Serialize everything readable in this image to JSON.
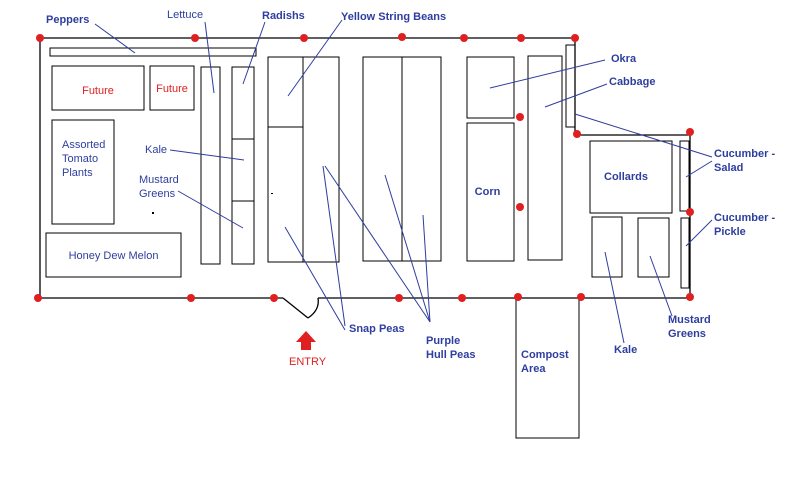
{
  "colors": {
    "label_blue": "#2e3e9e",
    "post_red": "#e02020",
    "future_red": "#e02020",
    "entry_red": "#e02020",
    "outline": "#000000"
  },
  "labels": {
    "peppers": "Peppers",
    "lettuce": "Lettuce",
    "radishs": "Radishs",
    "yellow_string_beans": "Yellow String Beans",
    "okra": "Okra",
    "cabbage": "Cabbage",
    "future_1": "Future",
    "future_2": "Future",
    "tomato_line1": "Assorted",
    "tomato_line2": "Tomato",
    "tomato_line3": "Plants",
    "kale_left": "Kale",
    "mustard_left_line1": "Mustard",
    "mustard_left_line2": "Greens",
    "honey_dew": "Honey Dew Melon",
    "corn": "Corn",
    "collards": "Collards",
    "cuc_salad_line1": "Cucumber -",
    "cuc_salad_line2": "Salad",
    "cuc_pickle_line1": "Cucumber -",
    "cuc_pickle_line2": "Pickle",
    "snap_peas": "Snap Peas",
    "purple_line1": "Purple",
    "purple_line2": "Hull Peas",
    "compost_line1": "Compost",
    "compost_line2": "Area",
    "kale_right": "Kale",
    "mustard_right_line1": "Mustard",
    "mustard_right_line2": "Greens",
    "entry": "ENTRY"
  }
}
